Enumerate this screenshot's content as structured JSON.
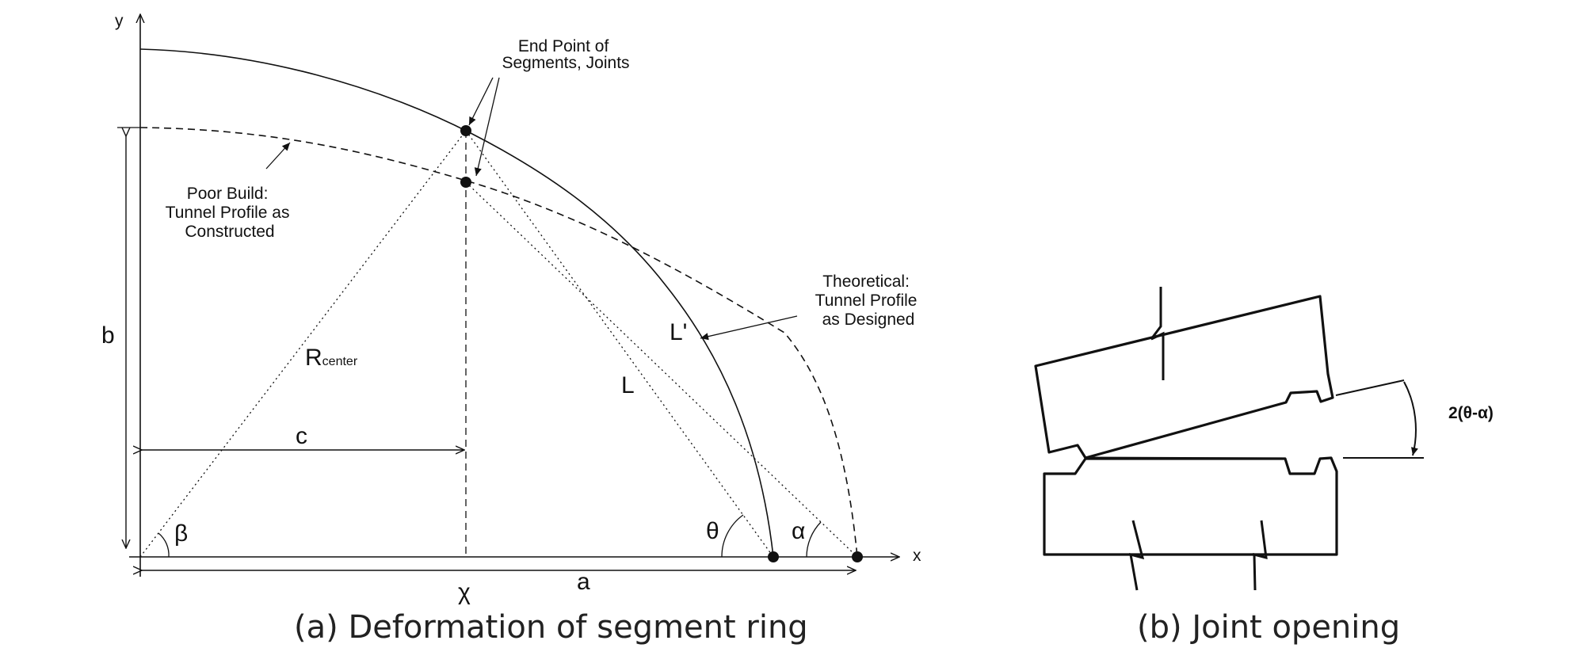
{
  "panel_a": {
    "axis": {
      "x": "x",
      "y": "y"
    },
    "annotations": {
      "end_point_line1": "End Point of",
      "end_point_line2": "Segments, Joints",
      "poor_build_line1": "Poor Build:",
      "poor_build_line2": "Tunnel Profile as",
      "poor_build_line3": "Constructed",
      "theoretical_line1": "Theoretical:",
      "theoretical_line2": "Tunnel Profile",
      "theoretical_line3": "as Designed"
    },
    "symbols": {
      "b": "b",
      "c": "c",
      "a": "a",
      "chi": "χ",
      "r_main": "R",
      "r_sub": "center",
      "L": "L",
      "L_prime": "L'",
      "beta": "β",
      "theta": "θ",
      "alpha": "α"
    },
    "caption": "(a) Deformation of segment ring"
  },
  "panel_b": {
    "angle_label": "2(θ-α)",
    "caption": "(b) Joint opening"
  }
}
